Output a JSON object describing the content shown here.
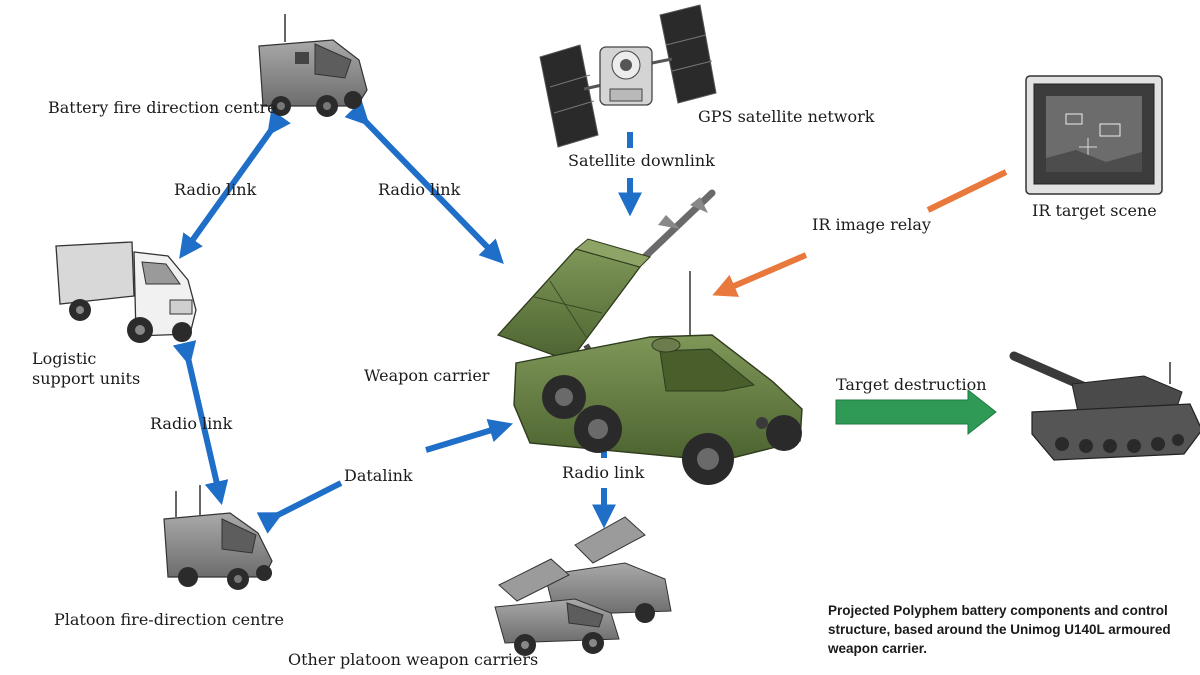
{
  "labels": {
    "battery_fdc": "Battery fire direction centre",
    "radio_link_left": "Radio link",
    "radio_link_right": "Radio link",
    "logistic_line1": "Logistic",
    "logistic_line2": "support units",
    "radio_link_lower_left": "Radio link",
    "weapon_carrier": "Weapon carrier",
    "datalink": "Datalink",
    "radio_link_bottom": "Radio link",
    "platoon_fdc": "Platoon fire-direction centre",
    "other_carriers": "Other platoon weapon carriers",
    "gps_network": "GPS satellite network",
    "satellite_downlink": "Satellite downlink",
    "ir_image_relay": "IR image relay",
    "ir_target_scene": "IR target scene",
    "target_destruction": "Target destruction"
  },
  "caption": "Projected Polyphem battery components and control structure, based around the Unimog U140L armoured weapon carrier.",
  "colors": {
    "blue_arrow": "#1f6fc8",
    "orange_arrow": "#e8783c",
    "green_arrow": "#2e9a55",
    "vehicle_green": "#5f7a3e",
    "vehicle_grey": "#8a8a8a"
  }
}
